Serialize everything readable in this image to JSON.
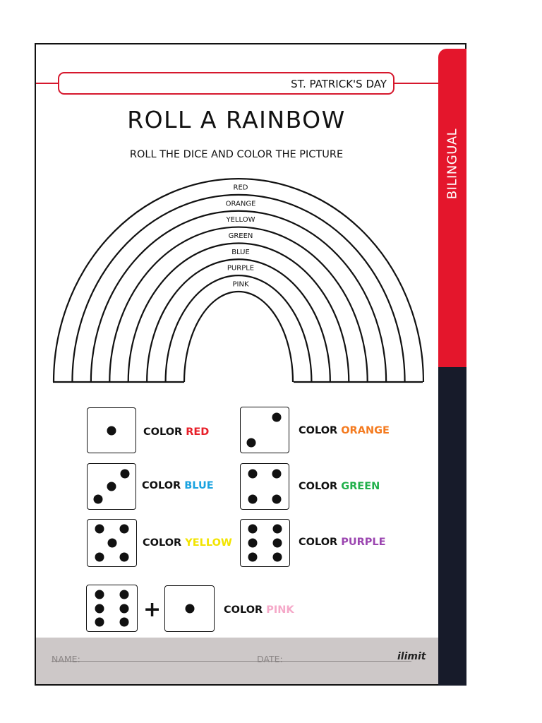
{
  "header": {
    "label": "ST. PATRICK'S DAY"
  },
  "side_tab": {
    "label": "BILINGUAL"
  },
  "title": "ROLL  A  RAINBOW",
  "subtitle": "ROLL THE DICE AND COLOR THE PICTURE",
  "rainbow_bands": [
    "RED",
    "ORANGE",
    "YELLOW",
    "GREEN",
    "BLUE",
    "PURPLE",
    "PINK"
  ],
  "rules": [
    {
      "dice": [
        1
      ],
      "prefix": "COLOR ",
      "color_name": "RED",
      "color": "#e8202a"
    },
    {
      "dice": [
        2
      ],
      "prefix": "COLOR ",
      "color_name": "ORANGE",
      "color": "#f47b20"
    },
    {
      "dice": [
        3
      ],
      "prefix": "COLOR ",
      "color_name": "BLUE",
      "color": "#1aa3e0"
    },
    {
      "dice": [
        4
      ],
      "prefix": "COLOR ",
      "color_name": "GREEN",
      "color": "#21b04b"
    },
    {
      "dice": [
        5
      ],
      "prefix": "COLOR ",
      "color_name": "YELLOW",
      "color": "#f2e400"
    },
    {
      "dice": [
        6
      ],
      "prefix": "COLOR ",
      "color_name": "PURPLE",
      "color": "#9b45b0"
    },
    {
      "dice": [
        6,
        1
      ],
      "prefix": "COLOR ",
      "color_name": "PINK",
      "color": "#f5a8c8"
    }
  ],
  "plus_sign": "+",
  "footer": {
    "name_label": "NAME:",
    "date_label": "DATE:",
    "logo": "ilimit"
  },
  "colors": {
    "accent_red": "#e4162c",
    "dark_navy": "#171b2a",
    "footer_gray": "#cdc8c8"
  }
}
